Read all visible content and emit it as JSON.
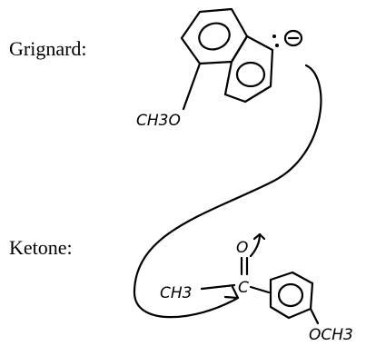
{
  "labels": {
    "grignard": "Grignard:",
    "ketone": "Ketone:"
  },
  "grignard_structure": {
    "substituent": "CH3O",
    "charge_symbol": "⊖"
  },
  "ketone_structure": {
    "carbonyl_oxygen": "O",
    "methyl": "CH3",
    "carbonyl_carbon": "C",
    "para_substituent": "OCH3"
  }
}
